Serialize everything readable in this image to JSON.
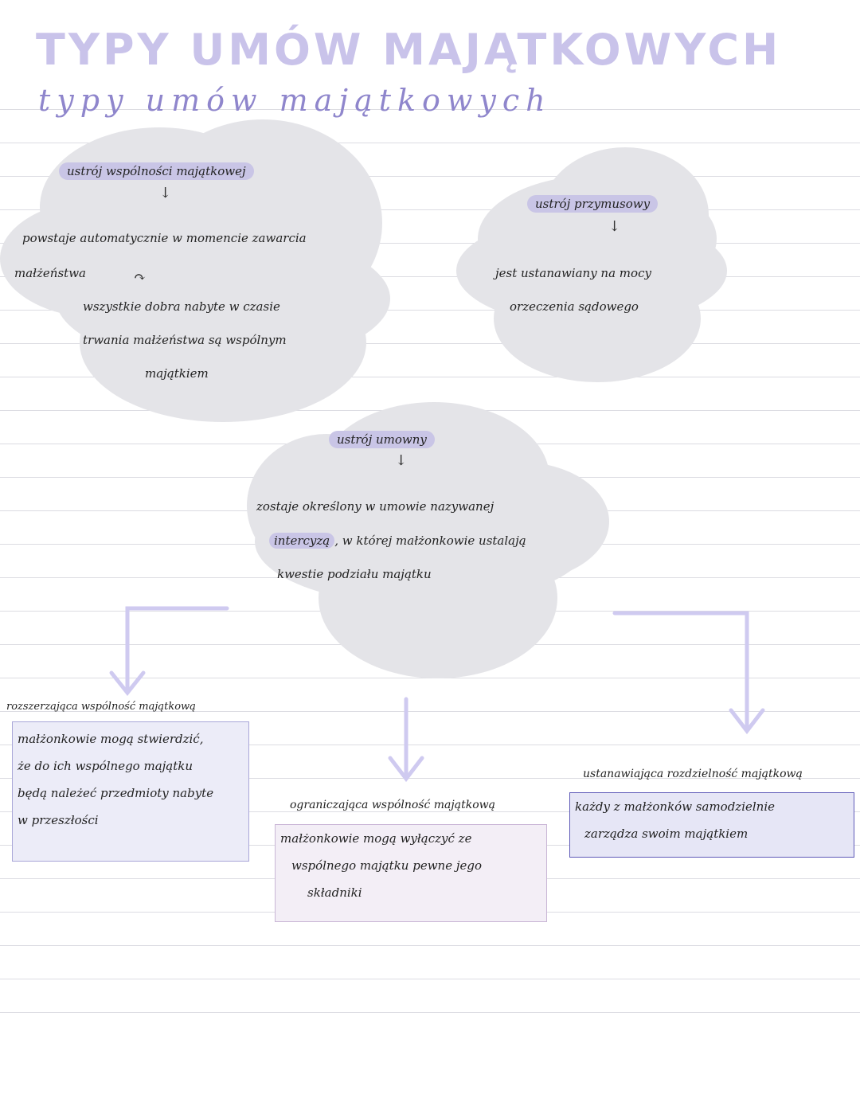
{
  "title": "TYPY UMÓW MAJĄTKOWYCH",
  "title_script": "typy umów majątkowych",
  "clouds": {
    "community": {
      "heading": "ustrój wspólności majątkowej",
      "line1": "powstaje automatycznie w momencie zawarcia",
      "line2": "małżeństwa",
      "line3": "wszystkie dobra nabyte w czasie",
      "line4": "trwania małżeństwa są wspólnym",
      "line5": "majątkiem"
    },
    "forced": {
      "heading": "ustrój przymusowy",
      "line1": "jest ustanawiany na mocy",
      "line2": "orzeczenia sądowego"
    },
    "contractual": {
      "heading": "ustrój umowny",
      "line1": "zostaje określony w umowie nazywanej",
      "highlight": "intercyzą",
      "line2": ", w której małżonkowie ustalają",
      "line3": "kwestie podziału majątku"
    }
  },
  "boxes": [
    {
      "label": "rozszerzająca wspólność majątkową",
      "lines": [
        "małżonkowie mogą stwierdzić,",
        "że do ich wspólnego majątku",
        "będą należeć przedmioty nabyte",
        "w przeszłości"
      ]
    },
    {
      "label": "ograniczająca wspólność majątkową",
      "lines": [
        "małżonkowie mogą wyłączyć ze",
        "wspólnego majątku pewne jego",
        "składniki"
      ]
    },
    {
      "label": "ustanawiająca rozdzielność majątkową",
      "lines": [
        "każdy z małżonków samodzielnie",
        "zarządza swoim majątkiem"
      ]
    }
  ],
  "colors": {
    "accent": "#c9c5e6",
    "cloud": "#e4e4e8",
    "arrow": "#cfcaf0"
  }
}
